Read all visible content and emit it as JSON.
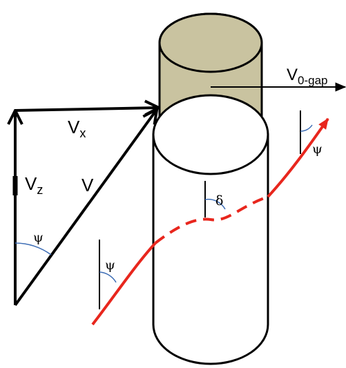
{
  "labels": {
    "vx": "V",
    "vx_sub": "x",
    "vz": "V",
    "vz_sub": "z",
    "v": "V",
    "v0gap": "V",
    "v0gap_sub": "0-gap",
    "psi": "ψ",
    "delta": "δ"
  },
  "colors": {
    "stroke": "#000000",
    "cap_fill": "#c9c3a0",
    "path": "#e8261d",
    "angle_arc": "#3d6db5"
  }
}
